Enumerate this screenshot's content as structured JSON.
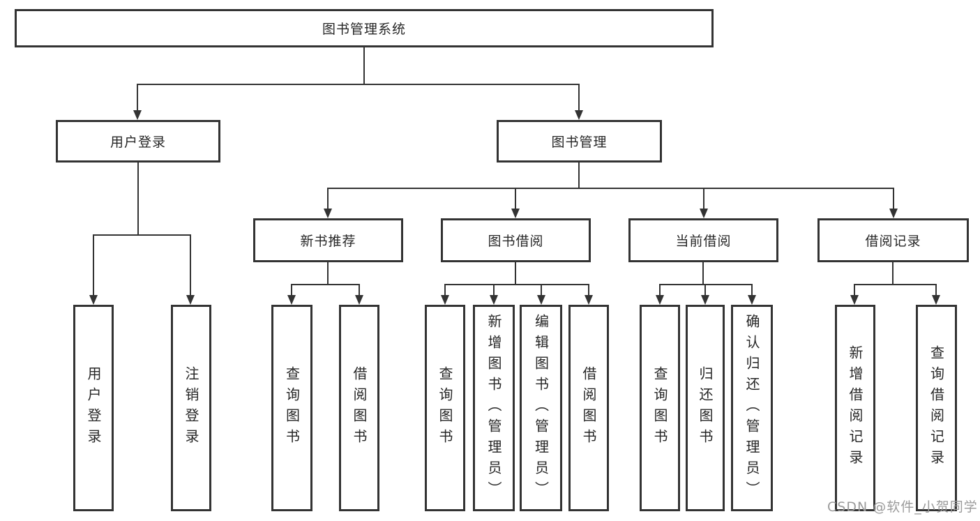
{
  "tree": {
    "label": "图书管理系统",
    "children": [
      {
        "label": "用户登录",
        "children": [
          {
            "label": "用户登录"
          },
          {
            "label": "注销登录"
          }
        ]
      },
      {
        "label": "图书管理",
        "children": [
          {
            "label": "新书推荐",
            "children": [
              {
                "label": "查询图书"
              },
              {
                "label": "借阅图书"
              }
            ]
          },
          {
            "label": "图书借阅",
            "children": [
              {
                "label": "查询图书"
              },
              {
                "label": "新增图书（管理员）"
              },
              {
                "label": "编辑图书（管理员）"
              },
              {
                "label": "借阅图书"
              }
            ]
          },
          {
            "label": "当前借阅",
            "children": [
              {
                "label": "查询图书"
              },
              {
                "label": "归还图书"
              },
              {
                "label": "确认归还（管理员）"
              }
            ]
          },
          {
            "label": "借阅记录",
            "children": [
              {
                "label": "新增借阅记录"
              },
              {
                "label": "查询借阅记录"
              }
            ]
          }
        ]
      }
    ]
  },
  "watermark": {
    "text": "CSDN @软件_小贺同学"
  },
  "colors": {
    "line": "#333333",
    "box_border": "#333333",
    "text": "#262626",
    "watermark": "#9b9b9b",
    "background": "#ffffff"
  }
}
